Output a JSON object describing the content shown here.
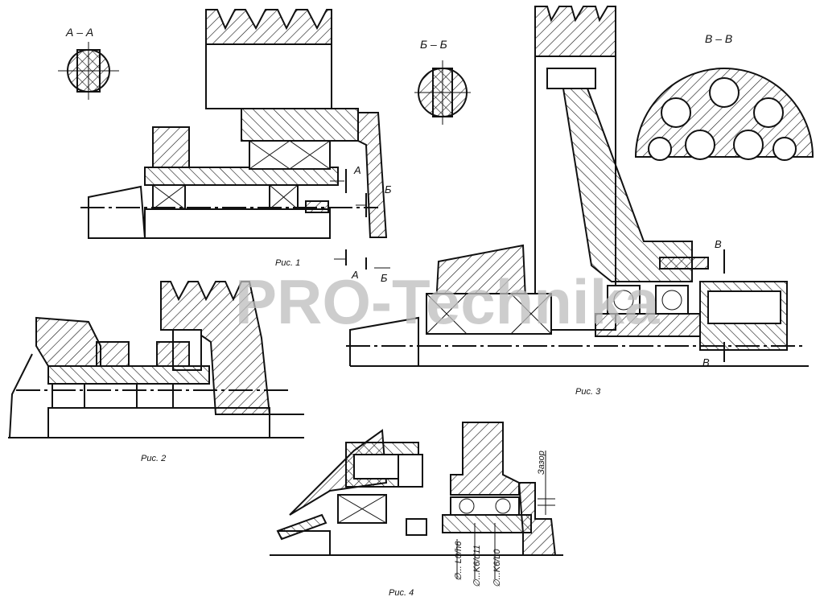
{
  "sections": {
    "aa": "А – А",
    "bb": "Б – Б",
    "vv": "В – В"
  },
  "figures": {
    "fig1": "Рис. 1",
    "fig2": "Рис. 2",
    "fig3": "Рис. 3",
    "fig4": "Рис. 4"
  },
  "markers": {
    "a": "А",
    "b": "Б",
    "v": "В"
  },
  "fig4_labels": {
    "gap": "Зазор",
    "fit1": "∅... L0/h6",
    "fit2": "∅...K6/d11",
    "fit3": "∅...K6/L0"
  },
  "watermark": "PRO-Technika"
}
